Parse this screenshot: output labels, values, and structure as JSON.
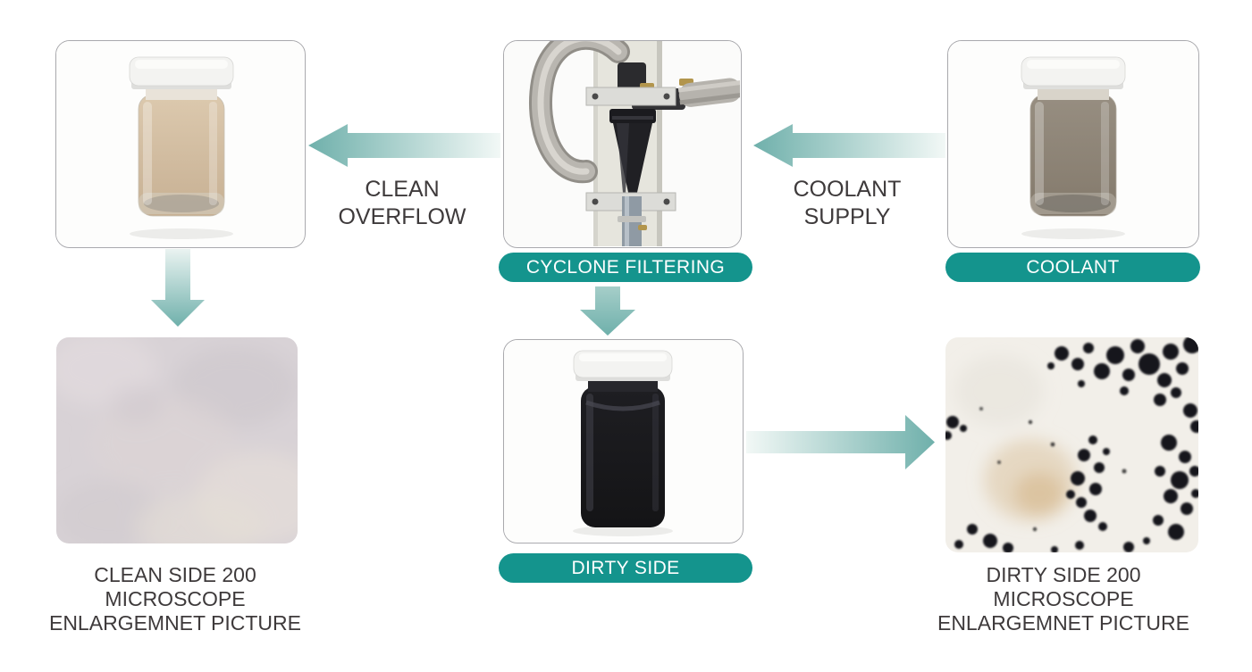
{
  "colors": {
    "accent_teal": "#14948D",
    "arrow_teal": "#6FB0AB",
    "arrow_light": "#F2F8F6",
    "label_text": "#3E3A3B",
    "box_border": "#A9A9AD",
    "background": "#FFFFFF"
  },
  "flow_labels": {
    "clean_overflow": {
      "line1": "CLEAN",
      "line2": "OVERFLOW"
    },
    "coolant_supply": {
      "line1": "COOLANT",
      "line2": "SUPPLY"
    }
  },
  "badges": {
    "cyclone_filtering": "CYCLONE FILTERING",
    "coolant": "COOLANT",
    "dirty_side": "DIRTY SIDE"
  },
  "captions": {
    "clean_microscope": {
      "line1": "CLEAN SIDE 200",
      "line2": "MICROSCOPE",
      "line3": "ENLARGEMNET PICTURE"
    },
    "dirty_microscope": {
      "line1": "DIRTY SIDE 200",
      "line2": "MICROSCOPE",
      "line3": "ENLARGEMNET PICTURE"
    }
  },
  "images": {
    "clean_overflow_jar": "clean-overflow-jar-photo",
    "cyclone_filter": "cyclone-filter-unit-photo",
    "coolant_jar": "coolant-sample-jar-photo",
    "clean_microscope": "clean-side-microscope-photo",
    "dirty_jar": "dirty-side-jar-photo",
    "dirty_microscope": "dirty-side-microscope-photo"
  },
  "icons": {
    "arrow_left": "gradient-left-arrow",
    "arrow_down": "gradient-down-arrow",
    "arrow_right": "gradient-right-arrow"
  }
}
